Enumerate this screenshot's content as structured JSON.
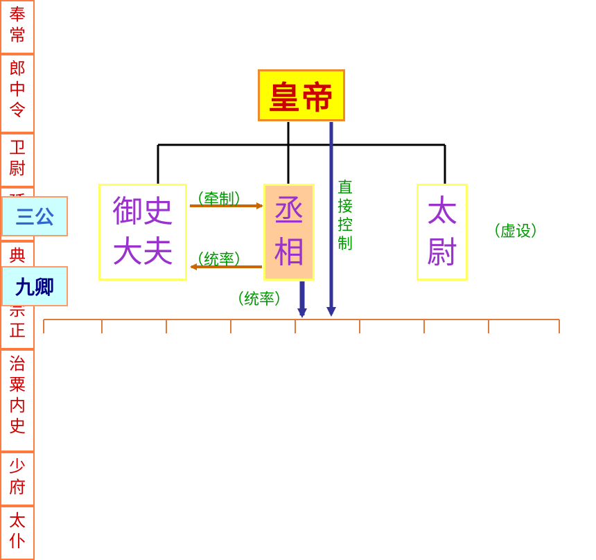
{
  "emperor": "皇帝",
  "san_gong": {
    "tag": "三公",
    "yushi": "御史大夫",
    "chengxiang": "丞相",
    "taiwei": "太尉",
    "taiwei_note": "（虚设）"
  },
  "relations": {
    "qianzhi": "（牵制）",
    "tongshuai_left": "（统率）",
    "tongshuai_down": "（统率）",
    "direct_control": "直接控制"
  },
  "jiu_qing": {
    "tag": "九卿",
    "ministers": [
      "奉常",
      "郎中令",
      "卫尉",
      "廷尉",
      "典客",
      "宗正",
      "治粟内史",
      "少府",
      "太仆"
    ]
  },
  "colors": {
    "emperor_fill": "#ffff00",
    "emperor_text": "#cc0000",
    "gong_text": "#9933cc",
    "chengxiang_fill": "#ffcc99",
    "relation_text": "#009900",
    "arrow_orange": "#cc6600",
    "arrow_blue": "#333399",
    "minister_text": "#cc0000",
    "minister_border": "#ff7a3c",
    "tag_fill": "#ccffff"
  }
}
